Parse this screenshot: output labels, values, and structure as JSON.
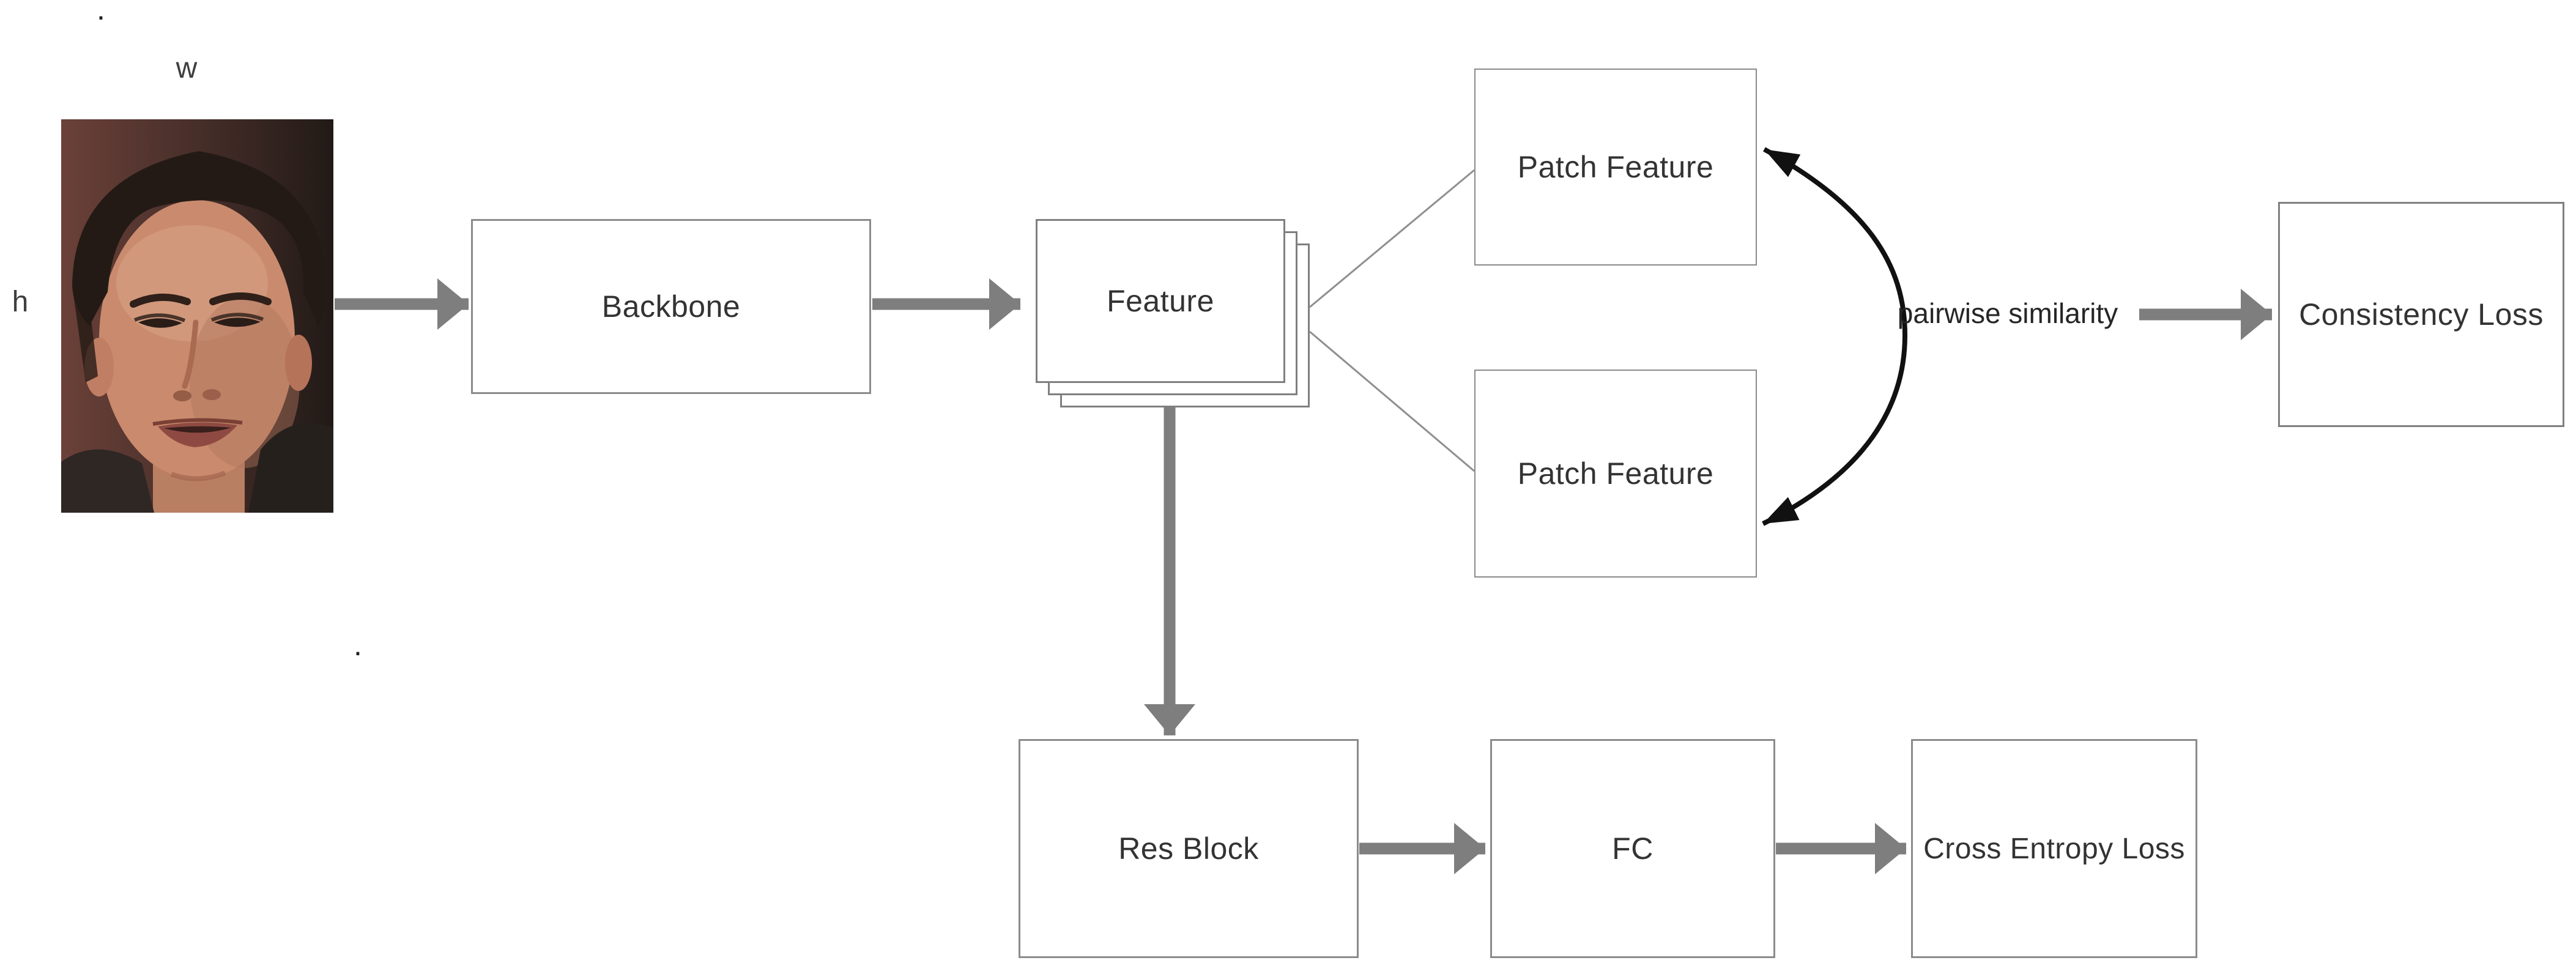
{
  "diagram": {
    "description": "Face forgery detection training pipeline figure",
    "input_figure": {
      "kind": "cropped face photograph of a man",
      "width_label": "w",
      "height_label": "h"
    },
    "annotations": {
      "dot_top": ".",
      "dot_mid": "."
    },
    "nodes": {
      "backbone": "Backbone",
      "feature": "Feature",
      "patch_top": "Patch Feature",
      "patch_bottom": "Patch Feature",
      "consistency_loss": "Consistency Loss",
      "res_block": "Res Block",
      "fc": "FC",
      "cross_entropy_loss": "Cross Entropy Loss"
    },
    "edge_labels": {
      "pairwise": "pairwise similarity"
    },
    "edges": [
      {
        "from": "input-face",
        "to": "backbone",
        "style": "thick-gray-arrow"
      },
      {
        "from": "backbone",
        "to": "feature",
        "style": "thick-gray-arrow"
      },
      {
        "from": "feature",
        "to": "patch_top",
        "style": "thin-gray-line"
      },
      {
        "from": "feature",
        "to": "patch_bottom",
        "style": "thin-gray-line"
      },
      {
        "from": "patch_top",
        "to": "patch_bottom",
        "style": "black-curved-double-arrow",
        "label": "pairwise similarity"
      },
      {
        "from": "pairwise similarity",
        "to": "consistency_loss",
        "style": "thick-gray-arrow"
      },
      {
        "from": "feature",
        "to": "res_block",
        "style": "thick-gray-arrow"
      },
      {
        "from": "res_block",
        "to": "fc",
        "style": "thick-gray-arrow"
      },
      {
        "from": "fc",
        "to": "cross_entropy_loss",
        "style": "thick-gray-arrow"
      }
    ],
    "colors": {
      "background": "#ffffff",
      "arrow_gray": "#7e7e7e",
      "box_border_gray": "#8b8b8b",
      "thin_connector_gray": "#8f8f8f",
      "curve_black": "#111111",
      "label_text": "#333333"
    }
  }
}
